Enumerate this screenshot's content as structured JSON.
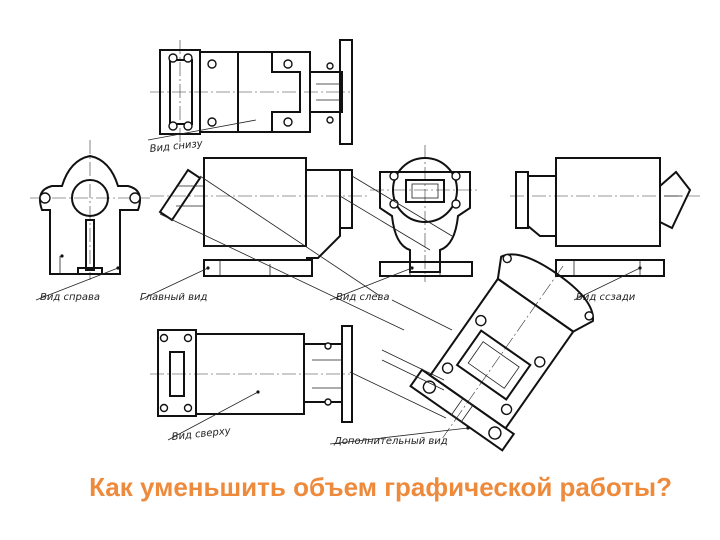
{
  "labels": {
    "bottom": "Вид снизу",
    "right": "Вид справа",
    "main": "Главный вид",
    "left": "Вид слева",
    "back": "Вид ссзади",
    "top": "Вид сверху",
    "extra": "Дополнительный вид"
  },
  "title": "Как уменьшить объем графической работы?",
  "colors": {
    "title": "#ee8a3c",
    "lines": "#111111"
  }
}
